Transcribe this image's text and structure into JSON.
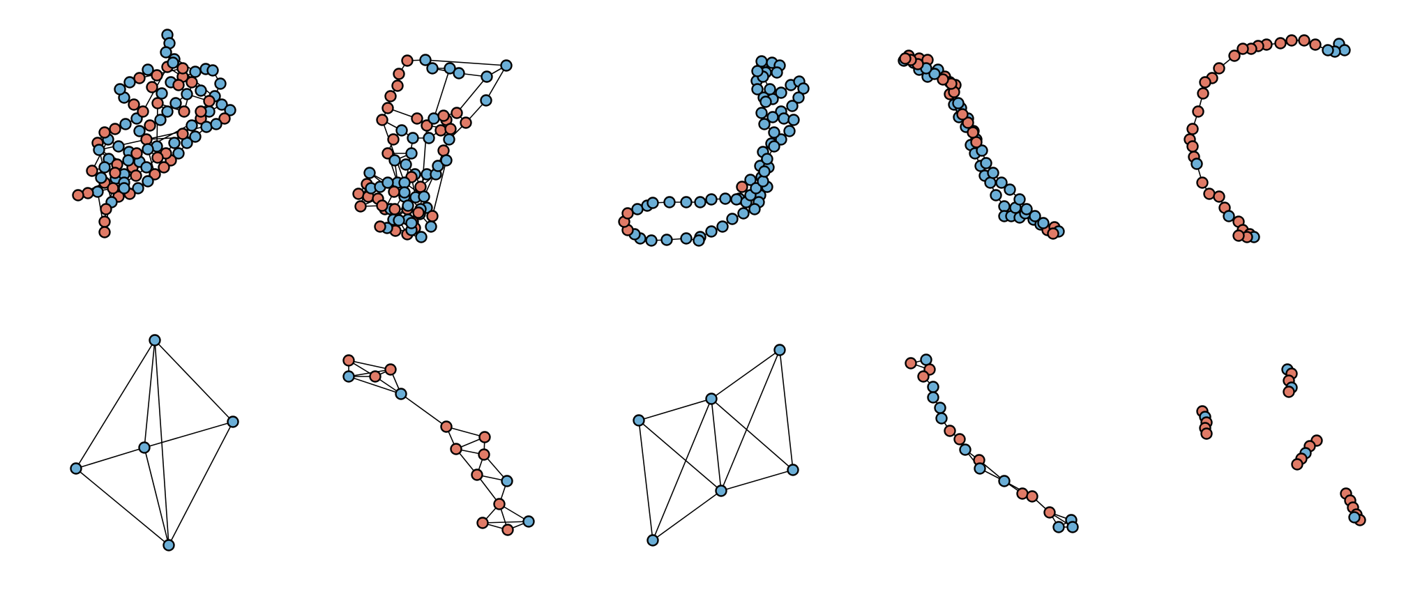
{
  "colors": {
    "node_blue": "#6BAED6",
    "node_red": "#E07B67",
    "edge": "#000000",
    "background": "#FFFFFF"
  },
  "panels": [
    {
      "id": "r1c1",
      "row": 1,
      "col": 1,
      "color_mix": "blue-red",
      "style": "dense tangled graph"
    },
    {
      "id": "r1c2",
      "row": 1,
      "col": 2,
      "color_mix": "blue-red",
      "style": "sparse network"
    },
    {
      "id": "r1c3",
      "row": 1,
      "col": 3,
      "color_mix": "blue-red",
      "style": "loop chain"
    },
    {
      "id": "r1c4",
      "row": 1,
      "col": 4,
      "color_mix": "blue-red",
      "style": "s-curve chain"
    },
    {
      "id": "r1c5",
      "row": 1,
      "col": 5,
      "color_mix": "blue-red",
      "style": "arc chain"
    },
    {
      "id": "r2c1",
      "row": 2,
      "col": 1,
      "color_mix": "blue",
      "style": "complete-ish graph of 5 nodes"
    },
    {
      "id": "r2c2",
      "row": 2,
      "col": 2,
      "color_mix": "blue-red",
      "style": "three clusters chain"
    },
    {
      "id": "r2c3",
      "row": 2,
      "col": 3,
      "color_mix": "blue",
      "style": "graph of 6 nodes"
    },
    {
      "id": "r2c4",
      "row": 2,
      "col": 4,
      "color_mix": "blue-red",
      "style": "curved chain"
    },
    {
      "id": "r2c5",
      "row": 2,
      "col": 5,
      "color_mix": "blue-red",
      "style": "four separate clumps"
    }
  ]
}
